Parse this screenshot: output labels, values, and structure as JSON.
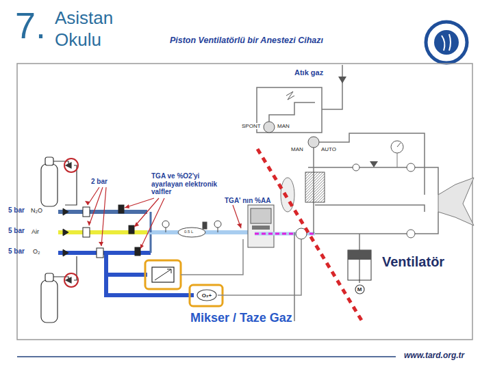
{
  "diagram": {
    "title": "Piston Ventilatörlü bir Anestezi Cihazı",
    "nodes": [
      {
        "text": [
          "O₂+"
        ]
      },
      {
        "text": [
          "M"
        ]
      }
    ],
    "labels": [
      "7.",
      "Asistan",
      "Okulu",
      "Atık gaz",
      "SPONT",
      "MAN",
      "MAN",
      "AUTO",
      "2 bar",
      "TGA ve %O2'yi ayarlayan elektronik valfler",
      "TGA' nın %AA",
      "5 bar",
      "N₂O",
      "5 bar",
      "Air",
      "5 bar",
      "O₂",
      "0.5 L",
      "Ventilatör",
      "Mikser / Taze Gaz",
      "www.tard.org.tr"
    ]
  }
}
